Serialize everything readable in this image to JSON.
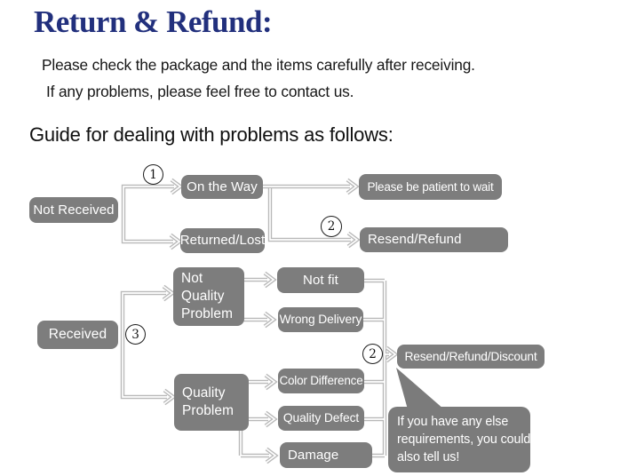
{
  "header": {
    "title": "Return & Refund:",
    "intro_line1": "Please check the package and the items carefully after receiving.",
    "intro_line2": "If any problems, please feel free to contact us.",
    "guide_heading": "Guide for dealing with problems as follows:"
  },
  "colors": {
    "title_navy": "#22307d",
    "node_gray": "#7d7d7d",
    "node_text": "#ffffff",
    "connector_gray": "#b9b9b9"
  },
  "flowchart": {
    "nodes": {
      "not_received": "Not Received",
      "on_the_way": "On the Way",
      "returned_lost": "Returned/Lost",
      "patient_wait": "Please be patient to wait",
      "resend_refund": "Resend/Refund",
      "not_quality_problem": "Not\nQuality\nProblem",
      "received": "Received",
      "not_fit": "Not fit",
      "wrong_delivery": "Wrong Delivery",
      "quality_problem": "Quality\nProblem",
      "color_difference": "Color Difference",
      "quality_defect": "Quality Defect",
      "damage": "Damage",
      "resend_refund_discount": "Resend/Refund/Discount"
    },
    "step_markers": {
      "step1": "1",
      "step2_top": "2",
      "step3": "3",
      "step2_bottom": "2"
    },
    "note_bubble": "If you have any else\nrequirements, you could\nalso tell us!"
  }
}
